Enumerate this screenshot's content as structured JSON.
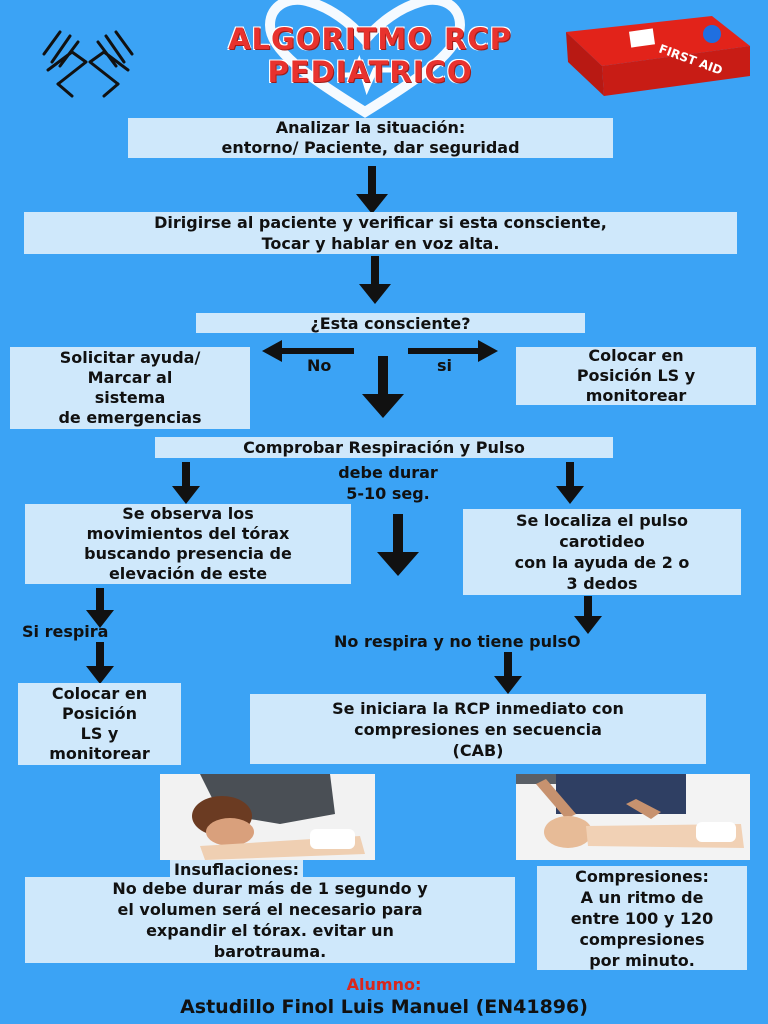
{
  "header": {
    "title_line1": "ALGORITMO RCP",
    "title_line2": "PEDIATRICO",
    "kit_label": "FIRST AID",
    "accent": "#e8322e"
  },
  "steps": {
    "s1": [
      "Analizar la situación:",
      "entorno/ Paciente, dar seguridad"
    ],
    "s2": [
      "Dirigirse al paciente  y verificar  si esta consciente,",
      "Tocar y hablar en voz alta."
    ],
    "s3": "¿Esta consciente?",
    "no": "No",
    "si": "si",
    "left_help": [
      "Solicitar ayuda/",
      "Marcar al",
      "sistema",
      "de emergencias"
    ],
    "right_ls": [
      "Colocar en",
      "Posición LS y",
      "monitorear"
    ],
    "check": "Comprobar Respiración y Pulso",
    "duration": [
      "debe durar",
      "5-10 seg."
    ],
    "observe": [
      "Se observa  los",
      "movimientos del tórax",
      "buscando presencia de",
      "elevación de este"
    ],
    "pulse": [
      "Se localiza el pulso",
      "carotideo",
      " con la ayuda de 2 o",
      "3 dedos"
    ],
    "si_respira": "Si respira",
    "no_respira": "No respira y no tiene pulsO",
    "ls2": [
      "Colocar en",
      "Posición",
      "LS y",
      "monitorear"
    ],
    "rcp": [
      "Se iniciara la RCP inmediato con",
      "compresiones  en secuencia",
      "(CAB)"
    ]
  },
  "insuflaciones": {
    "title": "Insuflaciones:",
    "text": [
      "No debe durar más de 1 segundo y",
      "el volumen será el necesario para",
      "expandir el tórax. evitar un",
      "barotrauma."
    ]
  },
  "compresiones": {
    "text": [
      "Compresiones:",
      "A un ritmo de",
      "entre 100 y 120",
      "compresiones",
      "por minuto."
    ]
  },
  "footer": {
    "label": "Alumno:",
    "name": "Astudillo Finol Luis Manuel (EN41896)"
  }
}
